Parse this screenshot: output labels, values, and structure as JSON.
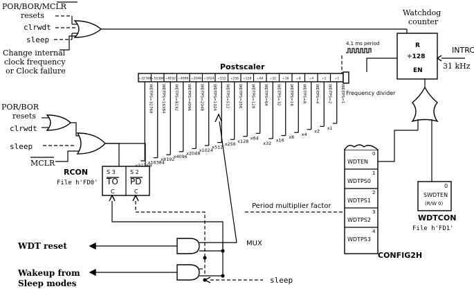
{
  "reset_or": {
    "por_bor_mclr": "POR/BOR/MCLR",
    "resets": "resets",
    "clrwdt": "clrwdt",
    "sleep": "sleep",
    "change_l1": "Change internal",
    "change_l2": "clock frequency",
    "change_l3": "or Clock failure"
  },
  "watchdog": {
    "title_l1": "Watchdog",
    "title_l2": "counter",
    "r": "R",
    "div": "÷128",
    "en": "EN",
    "intrc": "INTRC",
    "freq": "31 kHz",
    "period": "4.1 ms period",
    "freq_divider": "Frequency divider"
  },
  "postscaler": {
    "title": "Postscaler",
    "cells": [
      "÷32768",
      "÷16384",
      "÷8192",
      "÷4096",
      "÷2048",
      "÷1024",
      "÷512",
      "÷256",
      "÷128",
      "÷64",
      "÷32",
      "÷16",
      "÷8",
      "÷4",
      "÷2",
      "÷1"
    ],
    "conditions": [
      "WDTPS=32768",
      "WDTPS=16384",
      "WDTPS=8192",
      "WDTPS=4096",
      "WDTPS=2048",
      "WDTPS=1024",
      "WDTPS=512",
      "WDTPS=256",
      "WDTPS=128",
      "WDTPS=64",
      "WDTPS=32",
      "WDTPS=16",
      "WDTPS=8",
      "WDTPS=4",
      "WDTPS=2",
      "WDTPS=1"
    ],
    "multipliers": [
      "x32768",
      "x16384",
      "x8192",
      "x4096",
      "x2048",
      "x1024",
      "x512",
      "x256",
      "x128",
      "x64",
      "x32",
      "x16",
      "x8",
      "x4",
      "x2",
      "x1"
    ]
  },
  "rcon": {
    "por_bor": "POR/BOR",
    "resets": "resets",
    "clrwdt": "clrwdt",
    "sleep": "sleep",
    "mclr": "MCLR",
    "title": "RCON",
    "file": "File h'FD0'",
    "s3": "S 3",
    "s2": "S 2",
    "to": "TO",
    "pd": "PD",
    "c1": "C",
    "c2": "C"
  },
  "mux": "MUX",
  "period_multiplier": "Period multiplier factor",
  "outputs": {
    "wdt_reset": "WDT reset",
    "wakeup_l1": "Wakeup from",
    "wakeup_l2": "Sleep modes",
    "sleep": "sleep"
  },
  "config2h": {
    "title": "CONFIG2H",
    "bits": [
      {
        "num": "0",
        "name": "WDTEN"
      },
      {
        "num": "1",
        "name": "WDTPS0"
      },
      {
        "num": "2",
        "name": "WDTPS1"
      },
      {
        "num": "3",
        "name": "WDTPS2"
      },
      {
        "num": "4",
        "name": "WDTPS3"
      }
    ]
  },
  "wdtcon": {
    "title": "WDTCON",
    "file": "File h'FD1'",
    "bit_num": "0",
    "bit_name": "SWDTEN",
    "bit_rw": "(R/W 0)"
  }
}
